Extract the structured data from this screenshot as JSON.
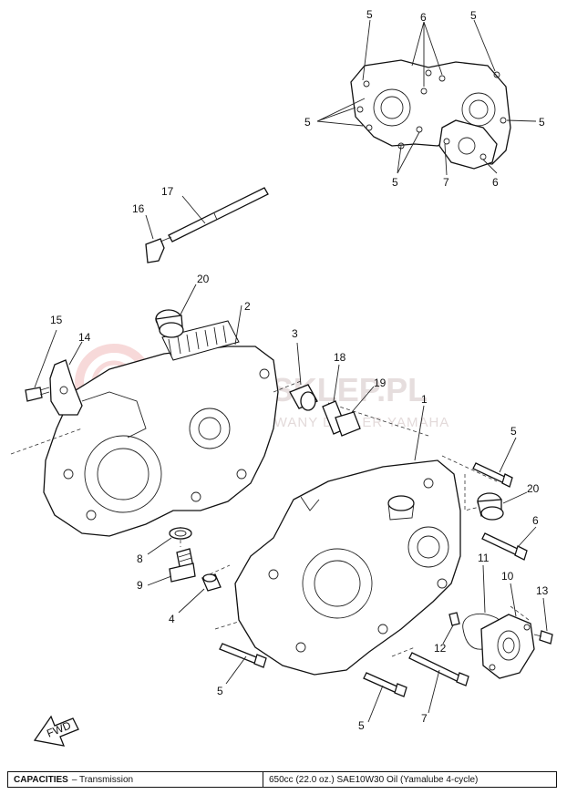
{
  "watermark": {
    "title": "YAMASKLEP.PL",
    "subtitle": "AUTORYZOWANY DEALER YAMAHA"
  },
  "callouts": {
    "c5a": "5",
    "c6a": "6",
    "c5b": "5",
    "c5c": "5",
    "c5d": "5",
    "c5e": "5",
    "c7a": "7",
    "c6b": "6",
    "c17": "17",
    "c16": "16",
    "c20a": "20",
    "c2": "2",
    "c15": "15",
    "c14": "14",
    "c3": "3",
    "c18": "18",
    "c19": "19",
    "c1": "1",
    "c5f": "5",
    "c20b": "20",
    "c6c": "6",
    "c8": "8",
    "c9": "9",
    "c4": "4",
    "c11": "11",
    "c10": "10",
    "c13": "13",
    "c12": "12",
    "c5g": "5",
    "c5h": "5",
    "c7b": "7"
  },
  "fwd_label": "FWD",
  "capacities": {
    "label": "CAPACITIES",
    "item": "– Transmission",
    "value": "650cc (22.0 oz.) SAE10W30 Oil (Yamalube 4-cycle)"
  }
}
